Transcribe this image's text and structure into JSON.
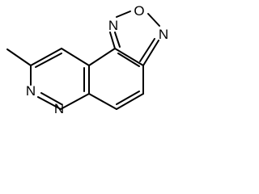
{
  "colors": {
    "background": "#ffffff",
    "bond": "#000000",
    "atom_text": "#000000"
  },
  "structure": {
    "atoms": {
      "n1": "N",
      "o1": "O",
      "n2": "N",
      "n3": "N",
      "n4": "N"
    }
  }
}
